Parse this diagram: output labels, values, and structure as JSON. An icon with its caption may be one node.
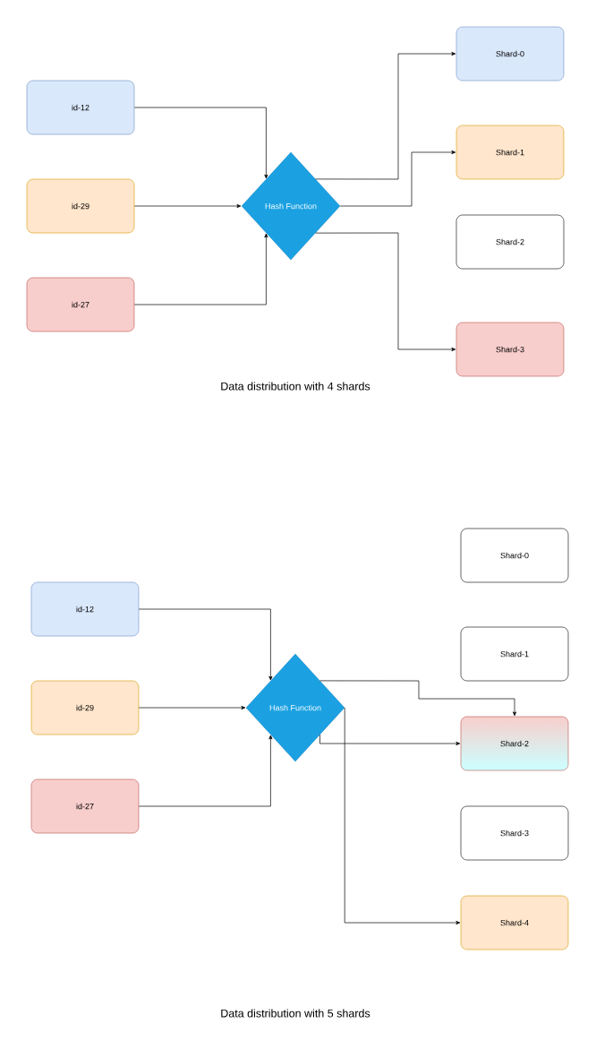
{
  "diagram": {
    "nodes": [
      {
        "text": [
          "id-12"
        ]
      },
      {
        "text": [
          "id-29"
        ]
      },
      {
        "text": [
          "id-27"
        ]
      },
      {
        "text": [
          "Hash Function"
        ]
      },
      {
        "text": [
          "Shard-0"
        ]
      },
      {
        "text": [
          "Shard-1"
        ]
      },
      {
        "text": [
          "Shard-2"
        ]
      },
      {
        "text": [
          "Shard-3"
        ]
      },
      {
        "text": [
          "id-12"
        ]
      },
      {
        "text": [
          "id-29"
        ]
      },
      {
        "text": [
          "id-27"
        ]
      },
      {
        "text": [
          "Hash Function"
        ]
      },
      {
        "text": [
          "Shard-0"
        ]
      },
      {
        "text": [
          "Shard-1"
        ]
      },
      {
        "text": [
          "Shard-2"
        ]
      },
      {
        "text": [
          "Shard-3"
        ]
      },
      {
        "text": [
          "Shard-4"
        ]
      }
    ],
    "edges": [
      {
        "from": 0,
        "to": 3,
        "arrow": "to"
      },
      {
        "from": 1,
        "to": 3,
        "arrow": "to"
      },
      {
        "from": 2,
        "to": 3,
        "arrow": "to"
      },
      {
        "from": 3,
        "to": 4,
        "arrow": "to"
      },
      {
        "from": 3,
        "to": 5,
        "arrow": "to"
      },
      {
        "from": 3,
        "to": 7,
        "arrow": "to"
      },
      {
        "from": 8,
        "to": 11,
        "arrow": "to"
      },
      {
        "from": 9,
        "to": 11,
        "arrow": "to"
      },
      {
        "from": 10,
        "to": 11,
        "arrow": "to"
      },
      {
        "from": 11,
        "to": 14,
        "arrow": "to"
      },
      {
        "from": 11,
        "to": 14,
        "arrow": "to"
      },
      {
        "from": 11,
        "to": 16,
        "arrow": "to"
      }
    ],
    "labels": [
      "Data distribution with 4 shards",
      "Data distribution with 5 shards"
    ]
  }
}
